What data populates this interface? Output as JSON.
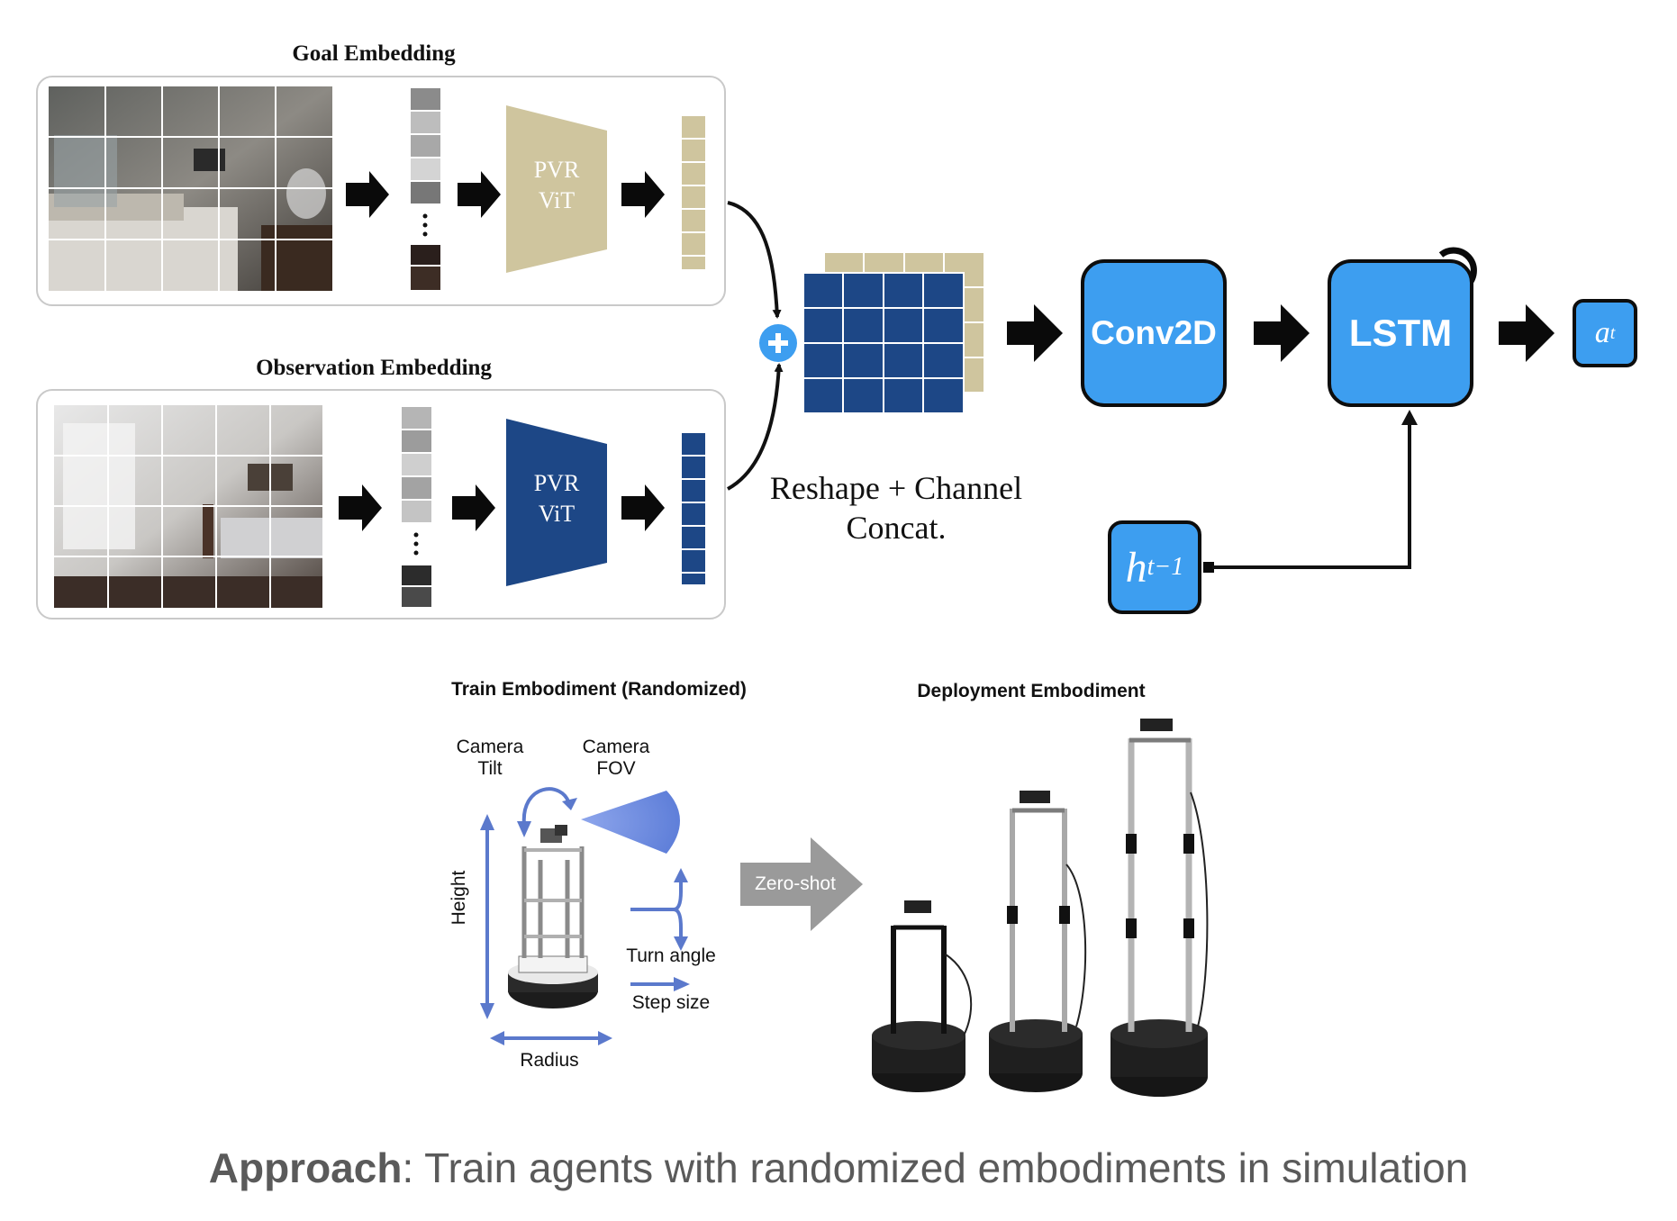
{
  "goal_panel": {
    "title": "Goal Embedding",
    "encoder": [
      "PVR",
      "ViT"
    ],
    "encoder_color": "#cfc59e"
  },
  "obs_panel": {
    "title": "Observation Embedding",
    "encoder": [
      "PVR",
      "ViT"
    ],
    "encoder_color": "#1d4786"
  },
  "concat": {
    "caption_line1": "Reshape + Channel",
    "caption_line2": "Concat."
  },
  "conv_box": {
    "label": "Conv2D"
  },
  "lstm_box": {
    "label": "LSTM"
  },
  "action_box": {
    "label": "a",
    "sub": "t"
  },
  "hidden_box": {
    "label": "h",
    "sub": "t−1"
  },
  "train": {
    "title": "Train Embodiment (Randomized)",
    "camera_tilt": [
      "Camera",
      "Tilt"
    ],
    "camera_fov": [
      "Camera",
      "FOV"
    ],
    "height": "Height",
    "radius": "Radius",
    "turn_angle": "Turn angle",
    "step_size": "Step size"
  },
  "zero_shot": "Zero-shot",
  "deploy": {
    "title": "Deployment Embodiment"
  },
  "caption": {
    "bold": "Approach",
    "rest": ": Train agents with randomized embodiments in simulation"
  },
  "colors": {
    "accent_blue": "#3d9ef0",
    "navy": "#1d4786",
    "tan": "#cfc59e",
    "arrow_blue": "#5b79cc",
    "gray_arrow": "#9a9a9a"
  }
}
